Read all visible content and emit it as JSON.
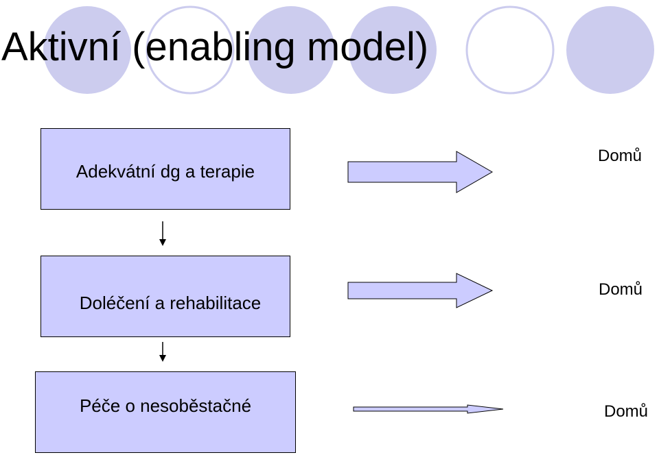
{
  "slide": {
    "title": "Aktivní (enabling model)"
  },
  "colors": {
    "box_fill": "#ccccff",
    "arrow_fill": "#ccccff",
    "circle_fill": "#ccccee",
    "outline": "#000000"
  },
  "steps": [
    {
      "label": "Adekvátní dg a terapie",
      "outcome": "Domů"
    },
    {
      "label": "Doléčení a rehabilitace",
      "outcome": "Domů"
    },
    {
      "label": "Péče o nesoběstačné",
      "outcome": "Domů"
    }
  ]
}
